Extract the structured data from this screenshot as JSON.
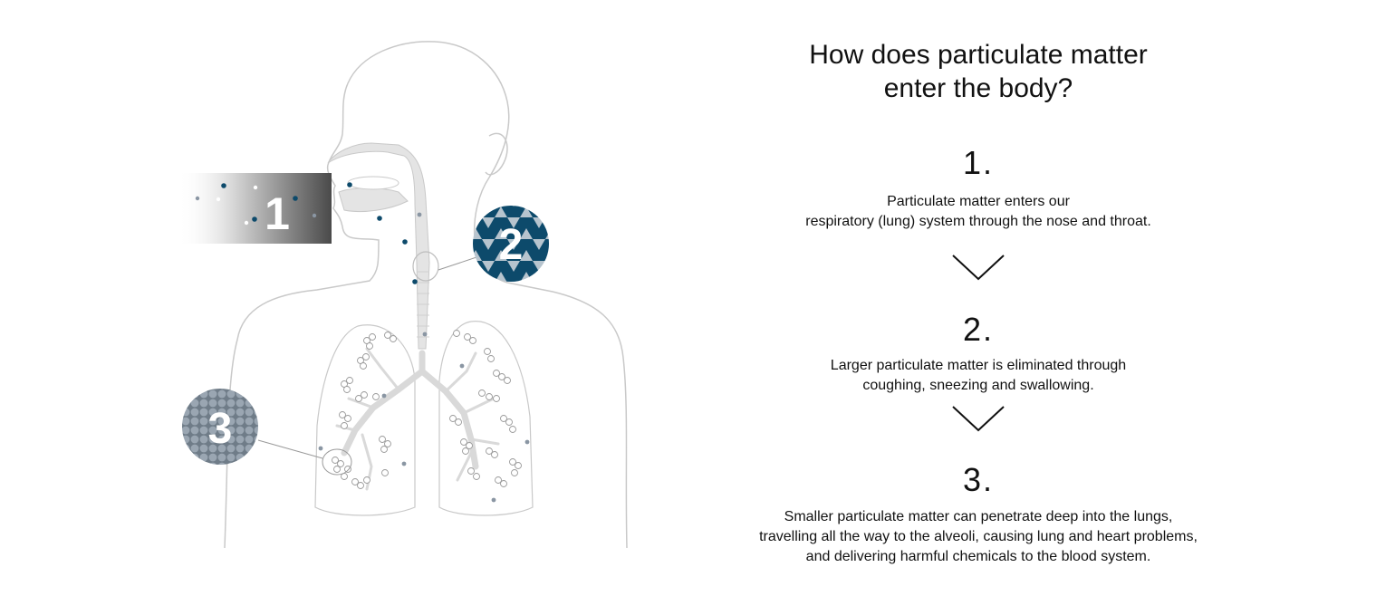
{
  "title_lines": [
    "How does particulate matter",
    "enter the body?"
  ],
  "steps": [
    {
      "number": "1.",
      "lines": [
        "Particulate matter enters our",
        "respiratory (lung) system through the nose and throat."
      ]
    },
    {
      "number": "2.",
      "lines": [
        "Larger particulate matter is eliminated through",
        "coughing, sneezing and swallowing."
      ]
    },
    {
      "number": "3.",
      "lines": [
        "Smaller particulate matter can penetrate deep into the lungs,",
        "travelling all the way to the alveoli, causing lung and heart problems,",
        "and delivering harmful chemicals to the blood system."
      ]
    }
  ],
  "markers": {
    "m1": "1",
    "m2": "2",
    "m3": "3"
  },
  "colors": {
    "dark_blue": "#0d4a6b",
    "slate_gray": "#8a96a3",
    "body_line": "#c9c9c9",
    "airway_fill": "#e4e4e4",
    "text": "#111111"
  },
  "icons": {
    "chevron": "chevron-down-icon"
  }
}
